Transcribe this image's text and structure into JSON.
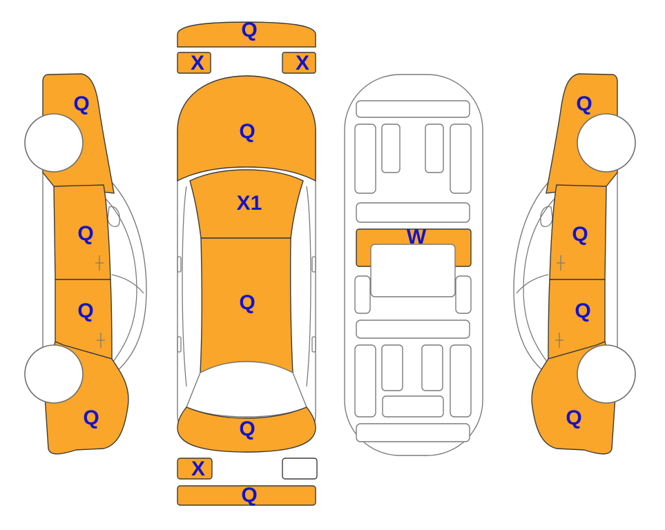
{
  "colors": {
    "damaged": "#F9A62A",
    "undamaged": "#FFFFFF",
    "label": "#1414C8",
    "outline": "#7A7A7A"
  },
  "parts": {
    "front_bumper": {
      "code": "Q",
      "damaged": true
    },
    "headlight_left": {
      "code": "X",
      "damaged": true
    },
    "headlight_right": {
      "code": "X",
      "damaged": true
    },
    "hood": {
      "code": "Q",
      "damaged": true
    },
    "windshield": {
      "code": "X1",
      "damaged": true
    },
    "roof": {
      "code": "Q",
      "damaged": true
    },
    "trunk": {
      "code": "Q",
      "damaged": true
    },
    "taillight_left": {
      "code": "X",
      "damaged": true
    },
    "taillight_right": {
      "code": "",
      "damaged": false
    },
    "rear_bumper": {
      "code": "Q",
      "damaged": true
    },
    "floor_center": {
      "code": "W",
      "damaged": true
    },
    "left_front_fender": {
      "code": "Q",
      "damaged": true
    },
    "left_front_door": {
      "code": "Q",
      "damaged": true
    },
    "left_rear_door": {
      "code": "Q",
      "damaged": true
    },
    "left_rear_quarter": {
      "code": "Q",
      "damaged": true
    },
    "right_front_fender": {
      "code": "Q",
      "damaged": true
    },
    "right_front_door": {
      "code": "Q",
      "damaged": true
    },
    "right_rear_door": {
      "code": "Q",
      "damaged": true
    },
    "right_rear_quarter": {
      "code": "Q",
      "damaged": true
    }
  }
}
